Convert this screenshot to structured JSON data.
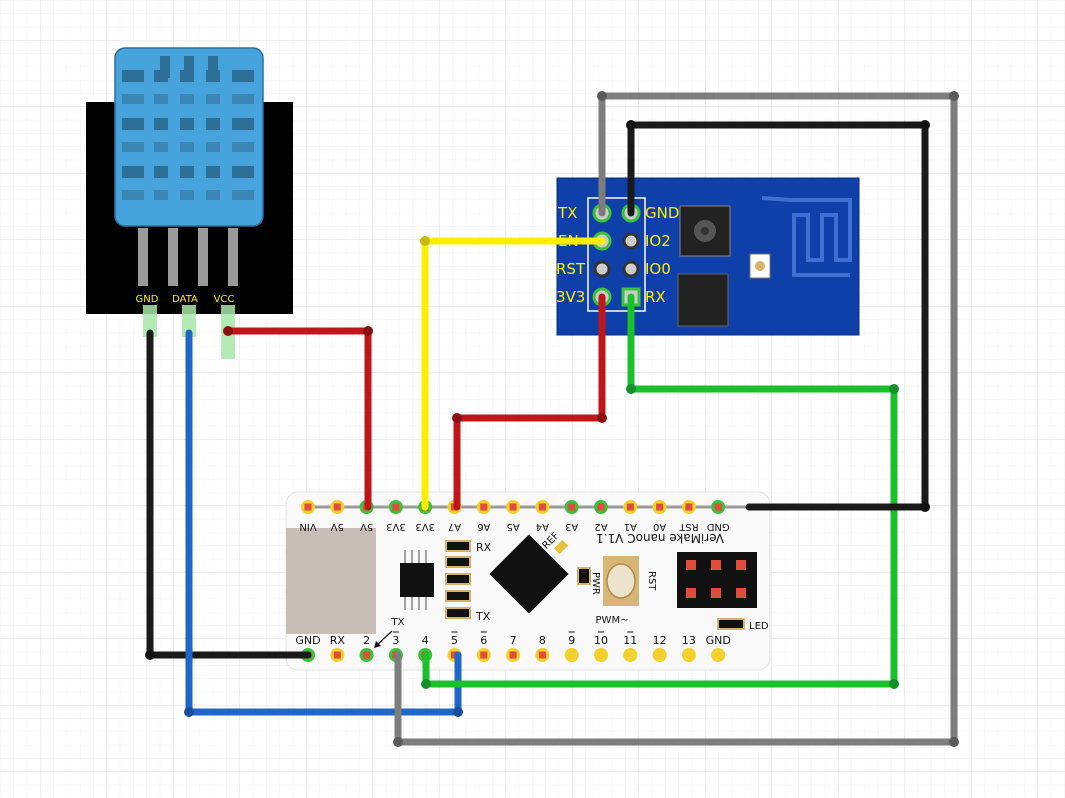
{
  "colors": {
    "background": "#ffffff",
    "grid": "#e6e6e6",
    "wire_red": "#c0161a",
    "wire_black": "#1a1a1a",
    "wire_blue": "#1f66c8",
    "wire_yellow": "#ffee00",
    "wire_green": "#1cbf2c",
    "wire_gray": "#7d7d7d",
    "sensor_blue": "#47a3dc",
    "esp_blue": "#0f3fa8",
    "label_yellow": "#ffee00"
  },
  "dht": {
    "pins": [
      "GND",
      "DATA",
      "VCC"
    ]
  },
  "esp": {
    "left_labels": [
      "TX",
      "EN",
      "RST",
      "3V3"
    ],
    "right_labels": [
      "GND",
      "IO2",
      "IO0",
      "RX"
    ]
  },
  "nano": {
    "brand": "VeriMake nanoC V1.1",
    "top_pins": [
      "VIN",
      "5V",
      "5V",
      "3V3",
      "3V3",
      "A7",
      "A6",
      "A5",
      "A4",
      "A3",
      "A2",
      "A1",
      "A0",
      "RST",
      "GND"
    ],
    "bottom_pins": [
      "GND",
      "RX",
      "2",
      "3",
      "4",
      "5",
      "6",
      "7",
      "8",
      "9",
      "10",
      "11",
      "12",
      "13",
      "GND"
    ],
    "tx_arrow_label": "TX",
    "led_rx_label": "RX",
    "led_tx_label": "TX",
    "ref_label": "REF",
    "pwr_label": "PWR",
    "rst_button_label": "RST",
    "pwm_label": "PWM~",
    "led_label": "LED"
  }
}
